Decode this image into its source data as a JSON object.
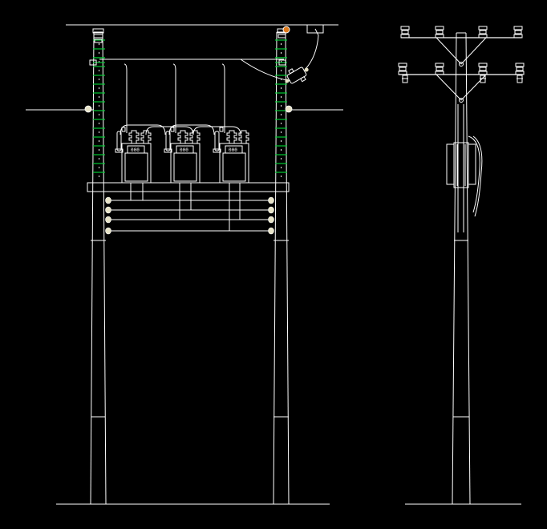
{
  "colors": {
    "background": "#000000",
    "line": "#ffffff",
    "pole_step": "#00cc33",
    "accent_fuse": "#e07a1a",
    "insulator_fill": "#e8e4c8"
  },
  "front_view": {
    "transformers": [
      {
        "terminal_label": "000"
      },
      {
        "terminal_label": "000"
      },
      {
        "terminal_label": "000"
      }
    ]
  },
  "side_view": {}
}
